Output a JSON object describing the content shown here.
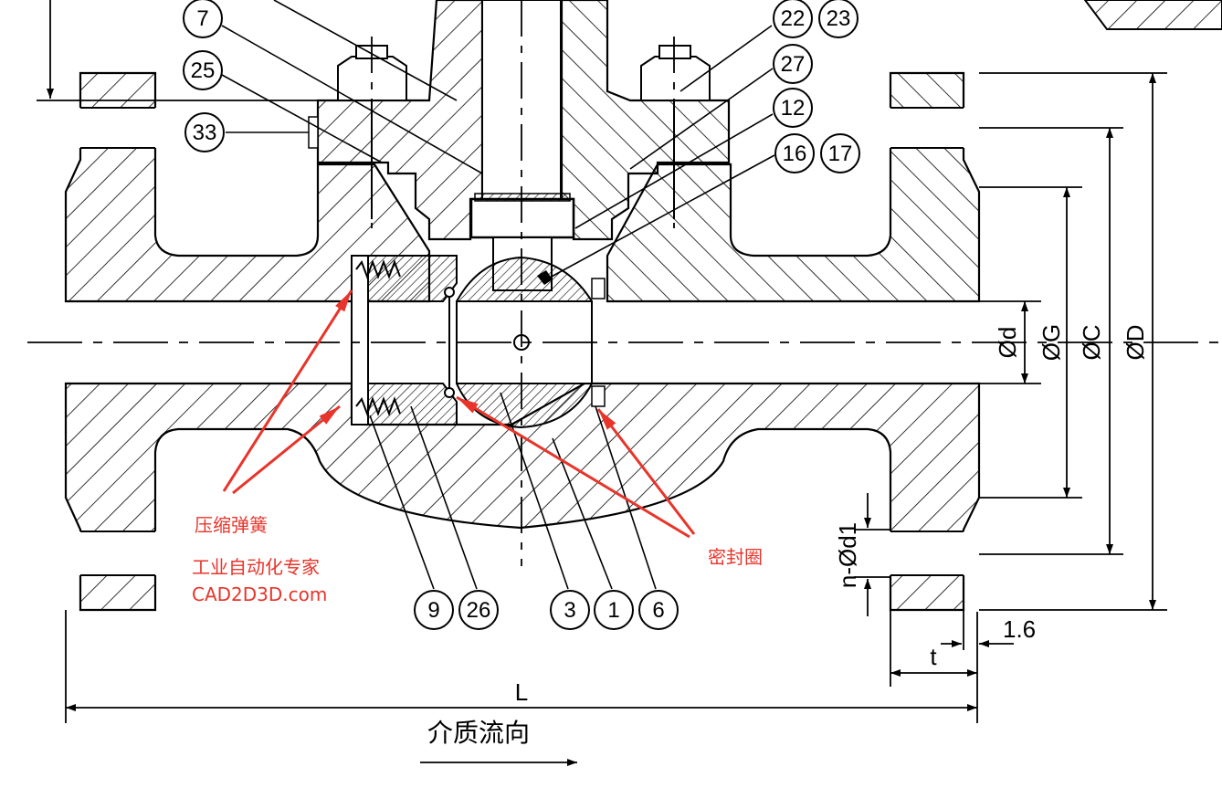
{
  "balloons": [
    {
      "id": "b7",
      "label": "7"
    },
    {
      "id": "b22",
      "label": "22"
    },
    {
      "id": "b23",
      "label": "23"
    },
    {
      "id": "b27",
      "label": "27"
    },
    {
      "id": "b25",
      "label": "25"
    },
    {
      "id": "b12",
      "label": "12"
    },
    {
      "id": "b33",
      "label": "33"
    },
    {
      "id": "b16",
      "label": "16"
    },
    {
      "id": "b17",
      "label": "17"
    },
    {
      "id": "b9",
      "label": "9"
    },
    {
      "id": "b26",
      "label": "26"
    },
    {
      "id": "b3",
      "label": "3"
    },
    {
      "id": "b1",
      "label": "1"
    },
    {
      "id": "b6",
      "label": "6"
    }
  ],
  "dimensions": {
    "d": "Ød",
    "G": "ØG",
    "C": "ØC",
    "D": "ØD",
    "bolt_holes": "n-Ød1",
    "L": "L",
    "t": "t",
    "gap": "1.6"
  },
  "annotations": {
    "spring": "压缩弹簧",
    "seal": "密封圈",
    "watermark_line1": "工业自动化专家",
    "watermark_line2": "CAD2D3D.com",
    "flow": "介质流向"
  },
  "colors": {
    "line": "#000000",
    "annotation_red": "#e8342a",
    "background": "#ffffff"
  }
}
